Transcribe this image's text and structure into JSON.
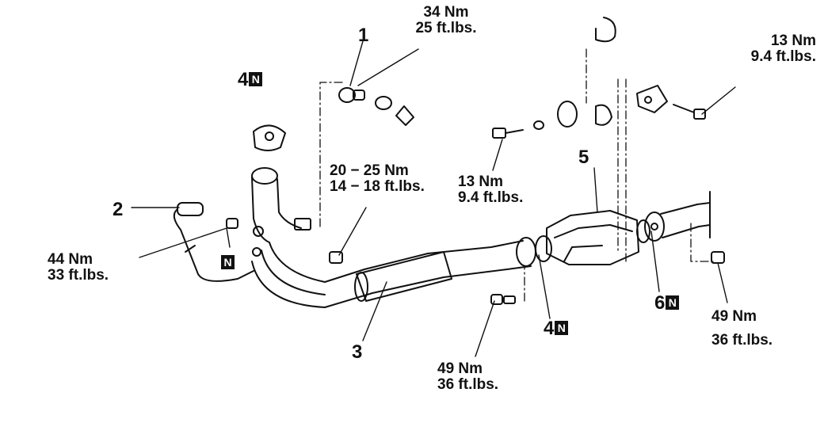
{
  "callouts": {
    "part_1": {
      "number": "1"
    },
    "part_2": {
      "number": "2"
    },
    "part_3": {
      "number": "3"
    },
    "part_4_top": {
      "number": "4",
      "badge": "N"
    },
    "part_4_bottom": {
      "number": "4",
      "badge": "N"
    },
    "part_5": {
      "number": "5"
    },
    "part_6": {
      "number": "6",
      "badge": "N"
    },
    "badge_n_left": "N"
  },
  "torque": {
    "sensor": {
      "nm": "34 Nm",
      "ftlbs": "25 ft.lbs."
    },
    "hanger_right": {
      "nm": "13 Nm",
      "ftlbs": "9.4 ft.lbs."
    },
    "flange_front": {
      "nm": "20 − 25 Nm",
      "ftlbs": "14 − 18 ft.lbs."
    },
    "hanger_middle": {
      "nm": "13 Nm",
      "ftlbs": "9.4 ft.lbs."
    },
    "manifold_nut": {
      "nm": "44 Nm",
      "ftlbs": "33 ft.lbs."
    },
    "rear_flange": {
      "nm": "49 Nm",
      "ftlbs": "36 ft.lbs."
    },
    "center_flange": {
      "nm": "49 Nm",
      "ftlbs": "36 ft.lbs."
    }
  },
  "colors": {
    "ink": "#111111",
    "paper": "#ffffff"
  }
}
